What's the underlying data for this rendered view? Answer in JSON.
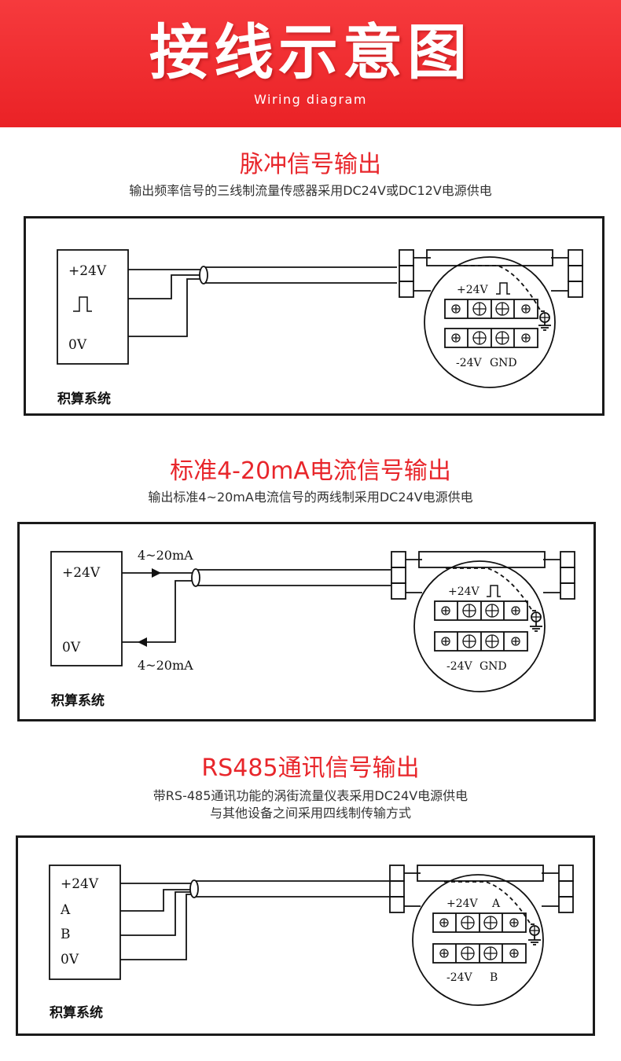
{
  "header": {
    "title": "接线示意图",
    "subtitle": "Wiring diagram"
  },
  "sections": [
    {
      "title": "脉冲信号输出",
      "description": [
        "输出频率信号的三线制流量传感器采用DC24V或DC12V电源供电"
      ],
      "system_label": "积算系统",
      "terminal_labels": [
        "+24V",
        "0V"
      ],
      "sensor_top_label": "+24V",
      "sensor_bottom_labels": [
        "-24V",
        "GND"
      ]
    },
    {
      "title": "标准4-20mA电流信号输出",
      "description": [
        "输出标准4~20mA电流信号的两线制采用DC24V电源供电"
      ],
      "system_label": "积算系统",
      "terminal_labels": [
        "+24V",
        "0V"
      ],
      "wire_labels": [
        "4~20mA",
        "4~20mA"
      ],
      "sensor_top_label": "+24V",
      "sensor_bottom_labels": [
        "-24V",
        "GND"
      ]
    },
    {
      "title": "RS485通讯信号输出",
      "description": [
        "带RS-485通讯功能的涡街流量仪表采用DC24V电源供电",
        "与其他设备之间采用四线制传输方式"
      ],
      "system_label": "积算系统",
      "terminal_labels": [
        "+24V",
        "A",
        "B",
        "0V"
      ],
      "sensor_top_labels": [
        "+24V",
        "A"
      ],
      "sensor_bottom_labels": [
        "-24V",
        "B"
      ]
    }
  ]
}
